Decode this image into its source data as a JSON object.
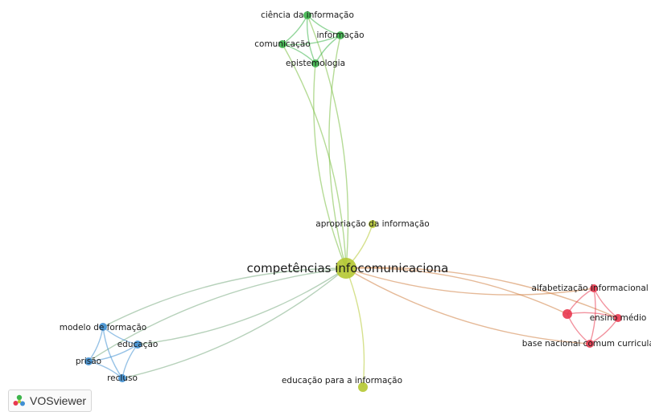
{
  "nodes": [
    {
      "id": "ci",
      "label": "ciência da informação",
      "cluster": "green"
    },
    {
      "id": "inf",
      "label": "informação",
      "cluster": "green"
    },
    {
      "id": "com",
      "label": "comunicação",
      "cluster": "green"
    },
    {
      "id": "epi",
      "label": "epistemologia",
      "cluster": "green"
    },
    {
      "id": "apr",
      "label": "apropriação da informação",
      "cluster": "yellow"
    },
    {
      "id": "cic",
      "label": "competências infocomunicaciona",
      "cluster": "yellow"
    },
    {
      "id": "epi2",
      "label": "educação para a informação",
      "cluster": "yellow"
    },
    {
      "id": "alf",
      "label": "alfabetização informacional e",
      "cluster": "red"
    },
    {
      "id": "em",
      "label": "ensino médio",
      "cluster": "red"
    },
    {
      "id": "bncc",
      "label": "base nacional comum curricular",
      "cluster": "red"
    },
    {
      "id": "red0",
      "label": "",
      "cluster": "red"
    },
    {
      "id": "mf",
      "label": "modelo de formação",
      "cluster": "blue"
    },
    {
      "id": "edu",
      "label": "educação",
      "cluster": "blue"
    },
    {
      "id": "pri",
      "label": "prisão",
      "cluster": "blue"
    },
    {
      "id": "rec",
      "label": "recluso",
      "cluster": "blue"
    }
  ],
  "links": [
    [
      "cic",
      "ci"
    ],
    [
      "cic",
      "inf"
    ],
    [
      "cic",
      "com"
    ],
    [
      "cic",
      "epi"
    ],
    [
      "ci",
      "inf"
    ],
    [
      "ci",
      "com"
    ],
    [
      "ci",
      "epi"
    ],
    [
      "inf",
      "com"
    ],
    [
      "inf",
      "epi"
    ],
    [
      "com",
      "epi"
    ],
    [
      "cic",
      "apr"
    ],
    [
      "cic",
      "epi2"
    ],
    [
      "cic",
      "alf"
    ],
    [
      "cic",
      "em"
    ],
    [
      "cic",
      "bncc"
    ],
    [
      "cic",
      "red0"
    ],
    [
      "alf",
      "em"
    ],
    [
      "alf",
      "bncc"
    ],
    [
      "alf",
      "red0"
    ],
    [
      "em",
      "bncc"
    ],
    [
      "em",
      "red0"
    ],
    [
      "bncc",
      "red0"
    ],
    [
      "cic",
      "mf"
    ],
    [
      "cic",
      "edu"
    ],
    [
      "cic",
      "pri"
    ],
    [
      "cic",
      "rec"
    ],
    [
      "mf",
      "edu"
    ],
    [
      "mf",
      "pri"
    ],
    [
      "mf",
      "rec"
    ],
    [
      "edu",
      "pri"
    ],
    [
      "edu",
      "rec"
    ],
    [
      "pri",
      "rec"
    ]
  ],
  "colors": {
    "green": "#3cb44b",
    "yellow": "#b5c832",
    "red": "#e8384f",
    "blue": "#3f8fd2"
  },
  "footer": {
    "brand": "VOSviewer",
    "logo_icon": "vosviewer-logo-icon"
  }
}
